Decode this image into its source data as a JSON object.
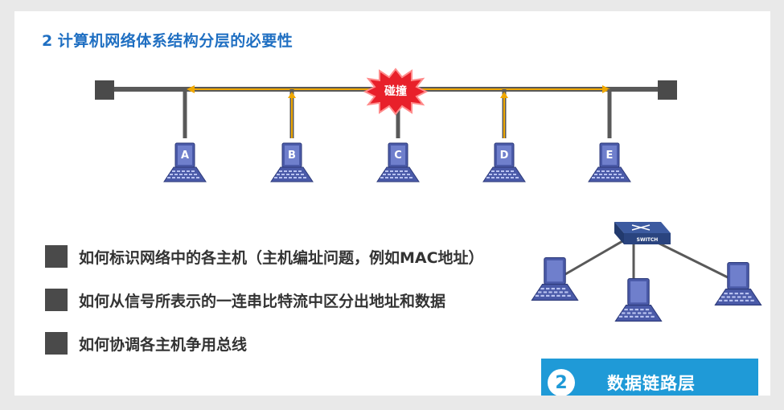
{
  "title": {
    "number": "2",
    "text": "计算机网络体系结构分层的必要性"
  },
  "bus_diagram": {
    "collision_label": "碰撞",
    "hosts": [
      {
        "label": "A"
      },
      {
        "label": "B"
      },
      {
        "label": "C"
      },
      {
        "label": "D"
      },
      {
        "label": "E"
      }
    ],
    "colors": {
      "bus": "#595959",
      "signal": "#f0a800",
      "burst": "#e8202a",
      "laptop": "#4a5aa8"
    }
  },
  "switch_diagram": {
    "switch_label": "SWITCH"
  },
  "bullets": [
    "如何标识网络中的各主机（主机编址问题，例如MAC地址）",
    "如何从信号所表示的一连串比特流中区分出地址和数据",
    "如何协调各主机争用总线"
  ],
  "layer_badge": {
    "number": "2",
    "label": "数据链路层",
    "color": "#1f9ad7"
  }
}
